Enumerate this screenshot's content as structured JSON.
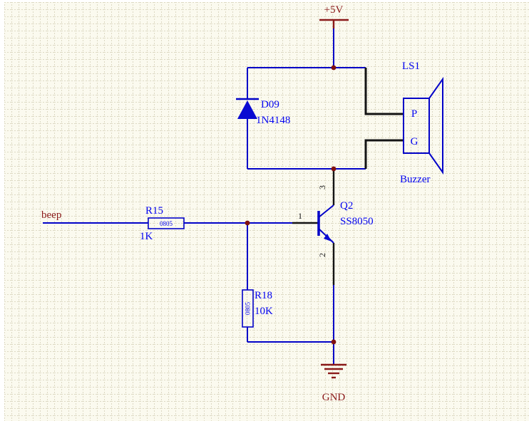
{
  "sheet": {
    "background": "#FBFAEF",
    "grid_color": "#DCD8C2",
    "wire_color": "#0202C8",
    "symbol_color": "#0202C8",
    "designator_color": "#0404F0",
    "power_color": "#8B1A1A",
    "junction_color": "#801010",
    "pin_wire_color": "#141414"
  },
  "power": {
    "vcc": "+5V",
    "gnd": "GND"
  },
  "nets": {
    "beep": "beep"
  },
  "components": {
    "ls1": {
      "designator": "LS1",
      "comment": "Buzzer",
      "pin_p": "P",
      "pin_g": "G"
    },
    "d09": {
      "designator": "D09",
      "part": "1N4148"
    },
    "r15": {
      "designator": "R15",
      "value": "1K",
      "footprint": "0805"
    },
    "r18": {
      "designator": "R18",
      "value": "10K",
      "footprint": "0805"
    },
    "q2": {
      "designator": "Q2",
      "part": "SS8050",
      "pin_base": "1",
      "pin_emitter": "2",
      "pin_collector": "3"
    }
  }
}
